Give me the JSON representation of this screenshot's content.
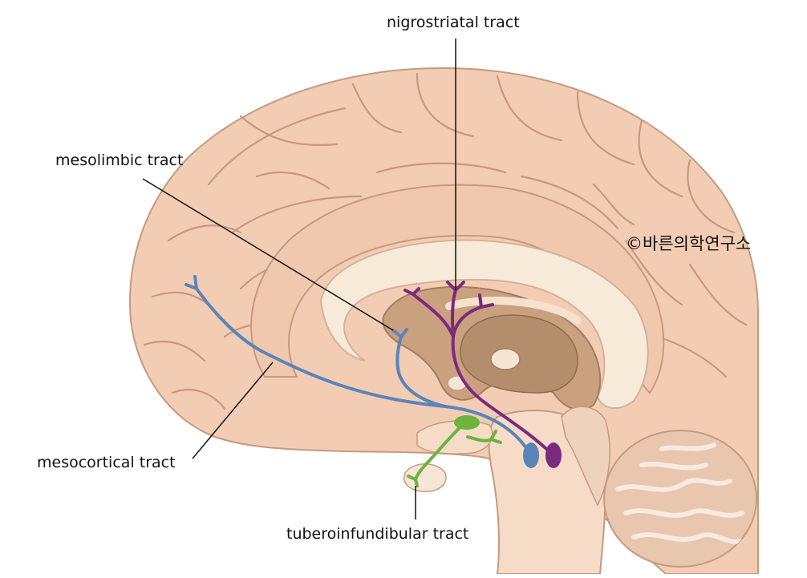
{
  "labels": {
    "nigrostriatal": "nigrostriatal tract",
    "mesolimbic": "mesolimbic tract",
    "mesocortical": "mesocortical tract",
    "tuberoinfundibular": "tuberoinfundibular tract"
  },
  "watermark": "©바른의학연구소",
  "colors": {
    "mesolimbic_mesocortical": "#5b84b8",
    "nigrostriatal": "#7b2a7e",
    "tuberoinfundibular": "#6db33f",
    "brain_fill": "#f2cdb3",
    "brain_outline": "#c9a085"
  }
}
